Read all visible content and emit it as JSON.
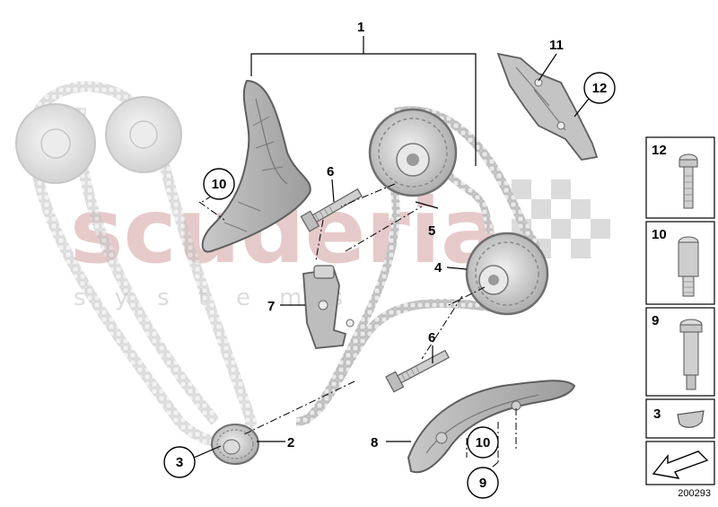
{
  "watermark": {
    "brand": "scuderia",
    "sub": "s y s t e m s"
  },
  "callouts": {
    "c1": "1",
    "c2": "2",
    "c3": "3",
    "c4": "4",
    "c5": "5",
    "c6a": "6",
    "c6b": "6",
    "c7": "7",
    "c8": "8",
    "c9": "9",
    "c10a": "10",
    "c10b": "10",
    "c11": "11",
    "c12": "12"
  },
  "legend": [
    {
      "label": "12",
      "icon": "bolt-icon"
    },
    {
      "label": "10",
      "icon": "sleeve-bolt-icon"
    },
    {
      "label": "9",
      "icon": "guide-pin-icon"
    },
    {
      "label": "3",
      "icon": "woodruff-key-icon"
    },
    {
      "label": "",
      "icon": "arrow-icon"
    }
  ],
  "reference": "200293"
}
